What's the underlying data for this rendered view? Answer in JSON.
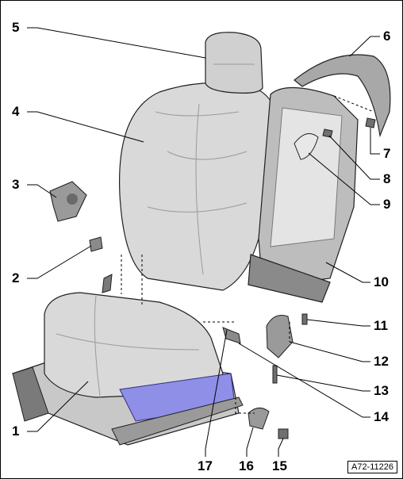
{
  "figure": {
    "reference_code": "A72-11226",
    "colors": {
      "part_fill": "#d9d9d9",
      "part_shade": "#b0b0b0",
      "part_dark": "#7a7a7a",
      "outline": "#202020",
      "highlight": "#8f8fe8",
      "leader": "#000000"
    },
    "callouts": [
      {
        "id": "c5",
        "label": "5"
      },
      {
        "id": "c6",
        "label": "6"
      },
      {
        "id": "c4",
        "label": "4"
      },
      {
        "id": "c7",
        "label": "7"
      },
      {
        "id": "c8",
        "label": "8"
      },
      {
        "id": "c3",
        "label": "3"
      },
      {
        "id": "c9",
        "label": "9"
      },
      {
        "id": "c2",
        "label": "2"
      },
      {
        "id": "c10",
        "label": "10"
      },
      {
        "id": "c11",
        "label": "11"
      },
      {
        "id": "c12",
        "label": "12"
      },
      {
        "id": "c13",
        "label": "13"
      },
      {
        "id": "c1",
        "label": "1"
      },
      {
        "id": "c14",
        "label": "14"
      },
      {
        "id": "c17",
        "label": "17"
      },
      {
        "id": "c16",
        "label": "16"
      },
      {
        "id": "c15",
        "label": "15"
      }
    ]
  }
}
